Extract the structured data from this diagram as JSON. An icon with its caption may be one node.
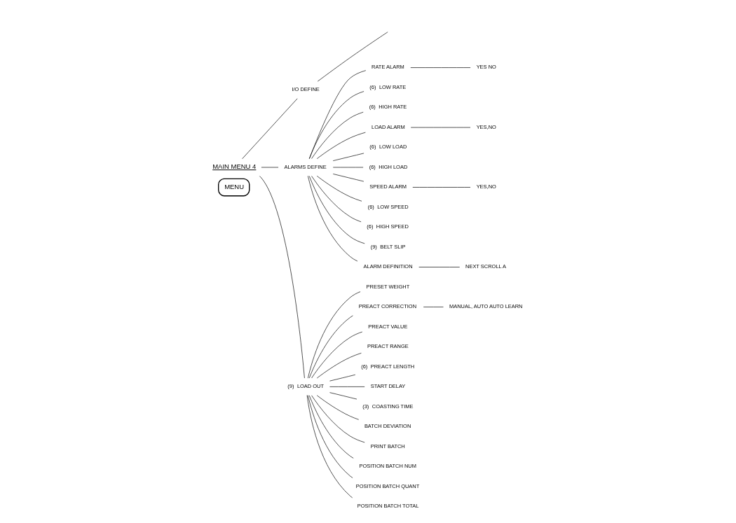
{
  "diagram": {
    "nodes": [
      {
        "text": [
          "MENU"
        ]
      },
      {
        "text": [
          "MAIN MENU 4"
        ]
      },
      {
        "text": [
          "I/O DEFINE"
        ]
      },
      {
        "text": [
          "ALARMS DEFINE"
        ]
      },
      {
        "text": [
          "LOAD OUT"
        ],
        "beside": [
          "(9)"
        ]
      },
      {
        "text": [
          "PRESET WEIGHT"
        ]
      },
      {
        "text": [
          "PREACT CORRECTION"
        ]
      },
      {
        "text": [
          "PREACT VALUE"
        ]
      },
      {
        "text": [
          "PREACT RANGE"
        ]
      },
      {
        "text": [
          "PREACT LENGTH"
        ],
        "beside": [
          "(6)"
        ]
      },
      {
        "text": [
          "START DELAY"
        ]
      },
      {
        "text": [
          "COASTING TIME"
        ],
        "beside": [
          "(3)"
        ]
      },
      {
        "text": [
          "BATCH DEVIATION"
        ]
      },
      {
        "text": [
          "PRINT BATCH"
        ]
      },
      {
        "text": [
          "POSITION BATCH NUM"
        ]
      },
      {
        "text": [
          "POSITION BATCH QUANT"
        ]
      },
      {
        "text": [
          "POSITION BATCH TOTAL"
        ]
      },
      {
        "text": [
          "MANUAL, AUTO AUTO LEARN"
        ]
      },
      {
        "text": [
          "RATE ALARM"
        ]
      },
      {
        "text": [
          "LOW RATE"
        ],
        "beside": [
          "(6)"
        ]
      },
      {
        "text": [
          "HIGH RATE"
        ],
        "beside": [
          "(6)"
        ]
      },
      {
        "text": [
          "LOAD ALARM"
        ]
      },
      {
        "text": [
          "LOW LOAD"
        ],
        "beside": [
          "(6)"
        ]
      },
      {
        "text": [
          "HIGH LOAD"
        ],
        "beside": [
          "(6)"
        ]
      },
      {
        "text": [
          "SPEED ALARM"
        ]
      },
      {
        "text": [
          "LOW SPEED"
        ],
        "beside": [
          "(6)"
        ]
      },
      {
        "text": [
          "HIGH SPEED"
        ],
        "beside": [
          "(6)"
        ]
      },
      {
        "text": [
          "BELT SLIP"
        ],
        "beside": [
          "(9)"
        ]
      },
      {
        "text": [
          "ALARM DEFINITION"
        ]
      },
      {
        "text": [
          "YES NO"
        ]
      },
      {
        "text": [
          "YES,NO"
        ]
      },
      {
        "text": [
          "YES,NO"
        ]
      },
      {
        "text": [
          "NEXT SCROLL A"
        ]
      }
    ],
    "edges": [
      {
        "from": 1,
        "to": 2,
        "arrow": "none"
      },
      {
        "from": 1,
        "to": 3,
        "arrow": "none"
      },
      {
        "from": 1,
        "to": 4,
        "arrow": "none"
      },
      {
        "from": 2,
        "to": null,
        "arrow": "none"
      },
      {
        "from": 4,
        "to": 5,
        "arrow": "none"
      },
      {
        "from": 4,
        "to": 6,
        "arrow": "none"
      },
      {
        "from": 4,
        "to": 7,
        "arrow": "none"
      },
      {
        "from": 4,
        "to": 8,
        "arrow": "none"
      },
      {
        "from": 4,
        "to": 9,
        "arrow": "none"
      },
      {
        "from": 4,
        "to": 10,
        "arrow": "none"
      },
      {
        "from": 4,
        "to": 11,
        "arrow": "none"
      },
      {
        "from": 4,
        "to": 12,
        "arrow": "none"
      },
      {
        "from": 4,
        "to": 13,
        "arrow": "none"
      },
      {
        "from": 4,
        "to": 14,
        "arrow": "none"
      },
      {
        "from": 4,
        "to": 15,
        "arrow": "none"
      },
      {
        "from": 4,
        "to": 16,
        "arrow": "none"
      },
      {
        "from": 6,
        "to": 17,
        "arrow": "none"
      },
      {
        "from": 3,
        "to": 18,
        "arrow": "none"
      },
      {
        "from": 3,
        "to": 19,
        "arrow": "none"
      },
      {
        "from": 3,
        "to": 20,
        "arrow": "none"
      },
      {
        "from": 3,
        "to": 21,
        "arrow": "none"
      },
      {
        "from": 3,
        "to": 22,
        "arrow": "none"
      },
      {
        "from": 3,
        "to": 23,
        "arrow": "none"
      },
      {
        "from": 3,
        "to": 24,
        "arrow": "none"
      },
      {
        "from": 3,
        "to": 25,
        "arrow": "none"
      },
      {
        "from": 3,
        "to": 26,
        "arrow": "none"
      },
      {
        "from": 3,
        "to": 27,
        "arrow": "none"
      },
      {
        "from": 3,
        "to": 28,
        "arrow": "none"
      },
      {
        "from": 18,
        "to": 29,
        "arrow": "none"
      },
      {
        "from": 21,
        "to": 30,
        "arrow": "none"
      },
      {
        "from": 24,
        "to": 31,
        "arrow": "none"
      },
      {
        "from": 28,
        "to": 32,
        "arrow": "none"
      }
    ]
  }
}
